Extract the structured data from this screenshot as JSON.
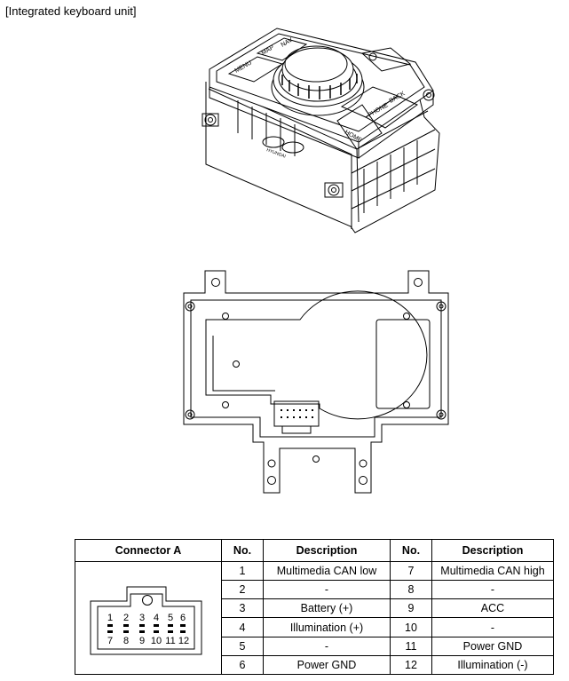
{
  "title": "[Integrated keyboard unit]",
  "unit_labels": {
    "menu": "MENU",
    "nav": "NAV",
    "map": "MAP",
    "back": "BACK",
    "phone": "PHONE",
    "home": "HOME",
    "brand": "HYUNDAI"
  },
  "table": {
    "headers": [
      "Connector A",
      "No.",
      "Description",
      "No.",
      "Description"
    ],
    "rows": [
      {
        "no1": "1",
        "desc1": "Multimedia CAN low",
        "no2": "7",
        "desc2": "Multimedia CAN high"
      },
      {
        "no1": "2",
        "desc1": "-",
        "no2": "8",
        "desc2": "-"
      },
      {
        "no1": "3",
        "desc1": "Battery (+)",
        "no2": "9",
        "desc2": "ACC"
      },
      {
        "no1": "4",
        "desc1": "Illumination (+)",
        "no2": "10",
        "desc2": "-"
      },
      {
        "no1": "5",
        "desc1": "-",
        "no2": "11",
        "desc2": "Power GND"
      },
      {
        "no1": "6",
        "desc1": "Power GND",
        "no2": "12",
        "desc2": "Illumination (-)"
      }
    ]
  },
  "connector_pins": {
    "top": [
      "1",
      "2",
      "3",
      "4",
      "5",
      "6"
    ],
    "bottom": [
      "7",
      "8",
      "9",
      "10",
      "11",
      "12"
    ]
  }
}
